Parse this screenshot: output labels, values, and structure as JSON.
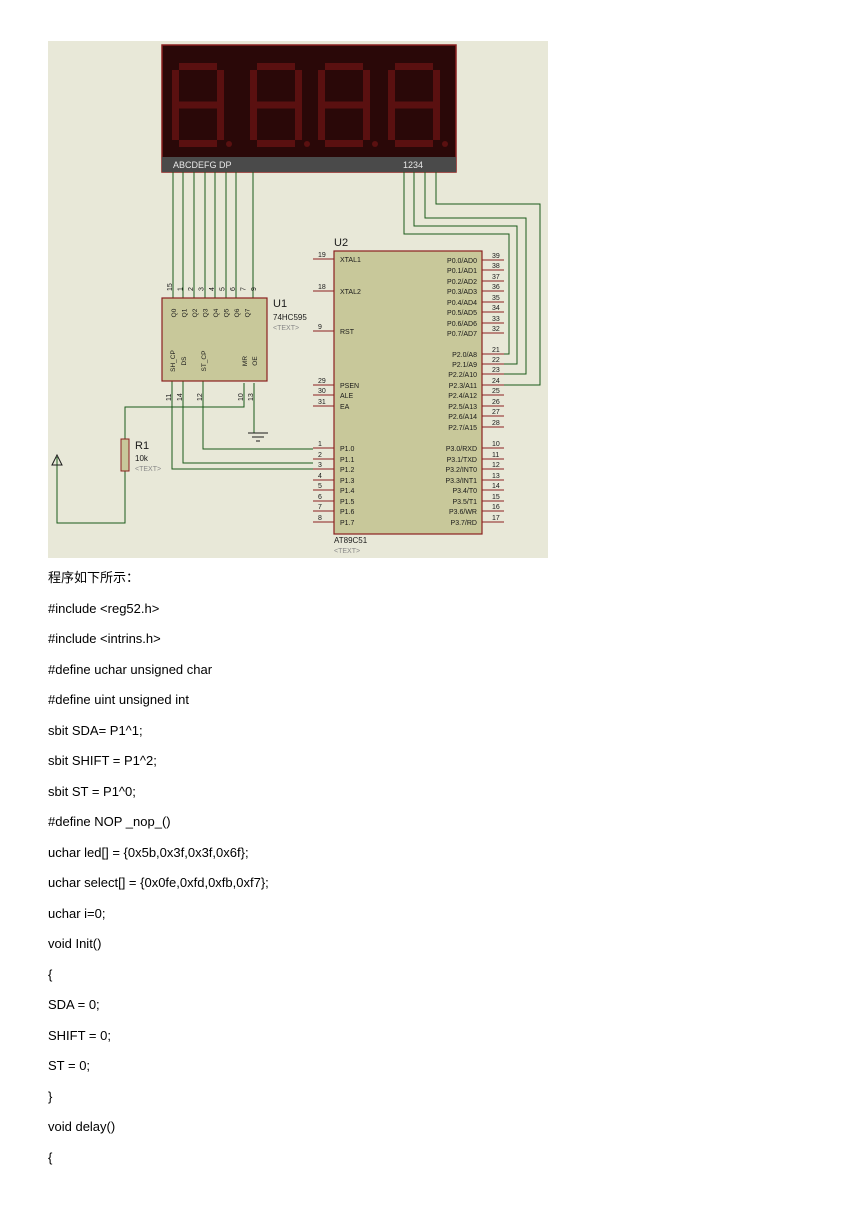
{
  "schematic": {
    "display_labels": {
      "segments": "ABCDEFG  DP",
      "digits": "1234"
    },
    "u1": {
      "ref": "U1",
      "part": "74HC595",
      "text_tag": "<TEXT>",
      "top_pins": [
        "Q0",
        "Q1",
        "Q2",
        "Q3",
        "Q4",
        "Q5",
        "Q6",
        "Q7"
      ],
      "top_pin_numbers": [
        "15",
        "1",
        "2",
        "3",
        "4",
        "5",
        "6",
        "7",
        "9"
      ],
      "bottom_pins": [
        "SH_CP",
        "DS",
        "ST_CP",
        "MR",
        "OE"
      ],
      "bottom_pin_numbers": [
        "11",
        "14",
        "12",
        "10",
        "13"
      ]
    },
    "u2": {
      "ref": "U2",
      "part": "AT89C51",
      "text_tag": "<TEXT>",
      "left_pins": [
        {
          "num": "19",
          "name": "XTAL1"
        },
        {
          "num": "18",
          "name": "XTAL2"
        },
        {
          "num": "9",
          "name": "RST"
        },
        {
          "num": "29",
          "name": "PSEN"
        },
        {
          "num": "30",
          "name": "ALE"
        },
        {
          "num": "31",
          "name": "EA"
        },
        {
          "num": "1",
          "name": "P1.0"
        },
        {
          "num": "2",
          "name": "P1.1"
        },
        {
          "num": "3",
          "name": "P1.2"
        },
        {
          "num": "4",
          "name": "P1.3"
        },
        {
          "num": "5",
          "name": "P1.4"
        },
        {
          "num": "6",
          "name": "P1.5"
        },
        {
          "num": "7",
          "name": "P1.6"
        },
        {
          "num": "8",
          "name": "P1.7"
        }
      ],
      "right_pins": [
        {
          "num": "39",
          "name": "P0.0/AD0"
        },
        {
          "num": "38",
          "name": "P0.1/AD1"
        },
        {
          "num": "37",
          "name": "P0.2/AD2"
        },
        {
          "num": "36",
          "name": "P0.3/AD3"
        },
        {
          "num": "35",
          "name": "P0.4/AD4"
        },
        {
          "num": "34",
          "name": "P0.5/AD5"
        },
        {
          "num": "33",
          "name": "P0.6/AD6"
        },
        {
          "num": "32",
          "name": "P0.7/AD7"
        },
        {
          "num": "21",
          "name": "P2.0/A8"
        },
        {
          "num": "22",
          "name": "P2.1/A9"
        },
        {
          "num": "23",
          "name": "P2.2/A10"
        },
        {
          "num": "24",
          "name": "P2.3/A11"
        },
        {
          "num": "25",
          "name": "P2.4/A12"
        },
        {
          "num": "26",
          "name": "P2.5/A13"
        },
        {
          "num": "27",
          "name": "P2.6/A14"
        },
        {
          "num": "28",
          "name": "P2.7/A15"
        },
        {
          "num": "10",
          "name": "P3.0/RXD"
        },
        {
          "num": "11",
          "name": "P3.1/TXD"
        },
        {
          "num": "12",
          "name": "P3.2/INT0"
        },
        {
          "num": "13",
          "name": "P3.3/INT1"
        },
        {
          "num": "14",
          "name": "P3.4/T0"
        },
        {
          "num": "15",
          "name": "P3.5/T1"
        },
        {
          "num": "16",
          "name": "P3.6/WR"
        },
        {
          "num": "17",
          "name": "P3.7/RD"
        }
      ]
    },
    "r1": {
      "ref": "R1",
      "value": "10k",
      "text_tag": "<TEXT>"
    }
  },
  "code_lines": [
    "程序如下所示：",
    "#include <reg52.h>",
    "#include <intrins.h>",
    "#define uchar unsigned char",
    "#define uint unsigned int",
    "sbit SDA= P1^1;",
    "sbit SHIFT = P1^2;",
    "sbit ST = P1^0;",
    "#define NOP _nop_()",
    "uchar led[] = {0x5b,0x3f,0x3f,0x6f};",
    "uchar select[] = {0x0fe,0xfd,0xfb,0xf7};",
    "uchar i=0;",
    "void Init()",
    "{",
    "SDA = 0;",
    "SHIFT = 0;",
    "ST = 0;",
    "}",
    "void delay()",
    "{"
  ]
}
